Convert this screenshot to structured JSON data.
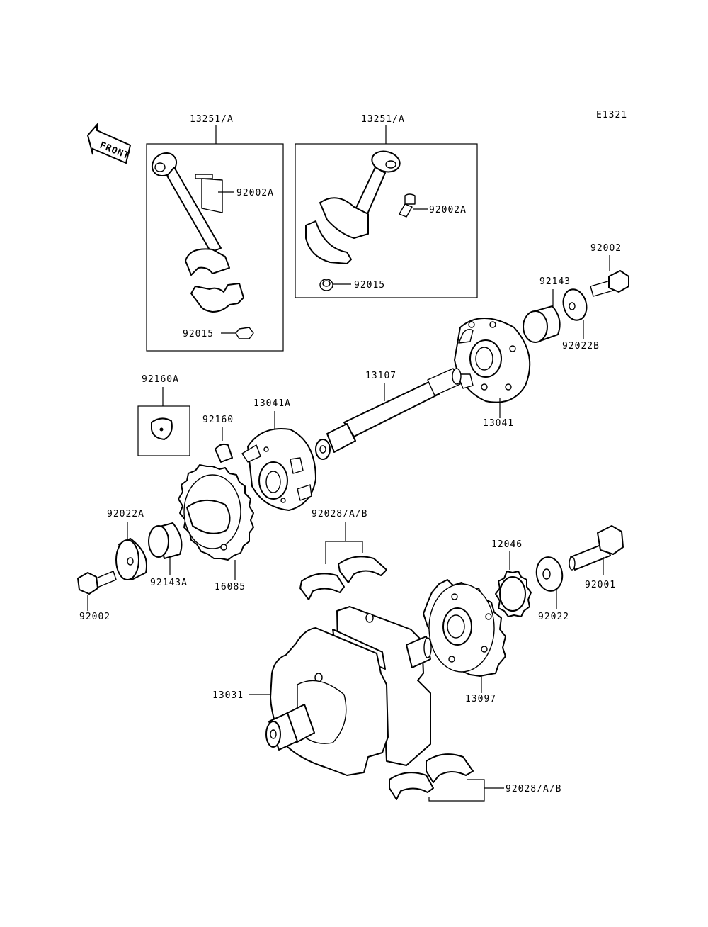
{
  "diagram_code": "E1321",
  "front_label": "FRONT",
  "labels": {
    "rod_left": "13251/A",
    "rod_right": "13251/A",
    "bolt_left": "92002A",
    "bolt_right": "92002A",
    "nut_left": "92015",
    "nut_right": "92015",
    "bolt_top_right": "92002",
    "collar_top": "92143",
    "washer_top": "92022B",
    "shaft": "13107",
    "coupling_right": "13041",
    "key_box": "92160A",
    "key": "92160",
    "coupling_left": "13041A",
    "washer_left": "92022A",
    "collar_left": "92143A",
    "bolt_left_lower": "92002",
    "gear_left": "16085",
    "bearings_upper": "92028/A/B",
    "gear_small": "12046",
    "washer_right": "92022",
    "bolt_right_lower": "92001",
    "sprocket": "13097",
    "crankshaft": "13031",
    "bearings_lower": "92028/A/B"
  }
}
